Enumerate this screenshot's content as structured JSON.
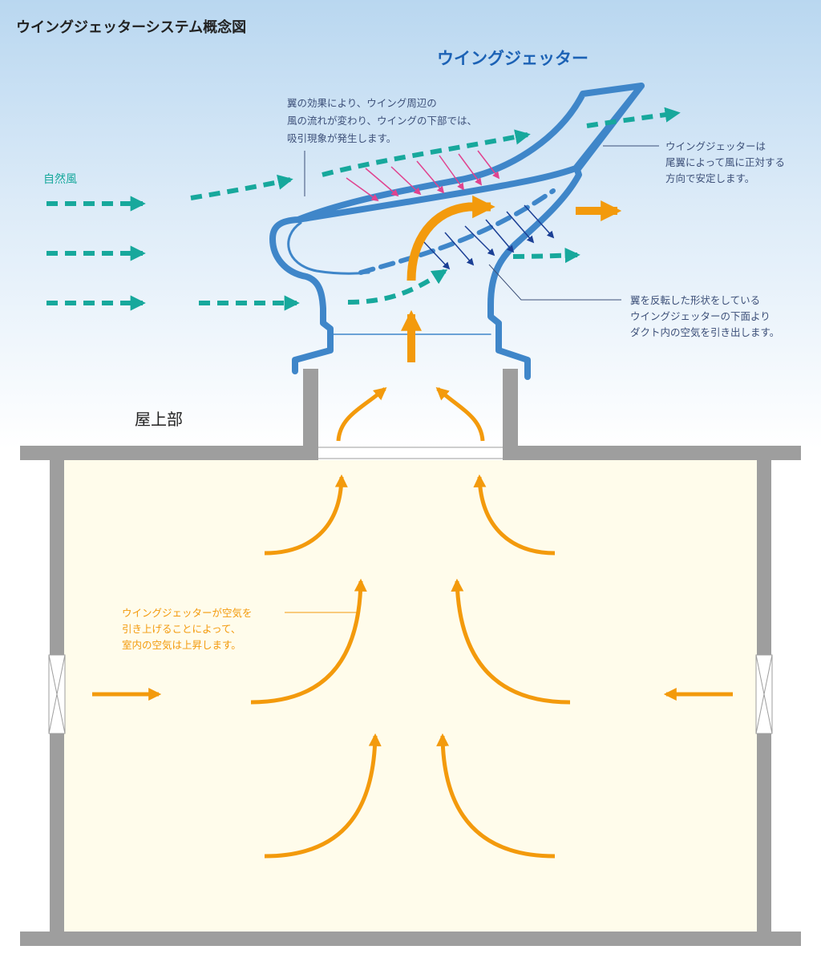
{
  "title": "ウイングジェッターシステム概念図",
  "product_label": "ウイングジェッター",
  "natural_wind_label": "自然風",
  "rooftop_label": "屋上部",
  "wing_effect_note": [
    "翼の効果により、ウイング周辺の",
    "風の流れが変わり、ウイングの下部では、",
    "吸引現象が発生します。"
  ],
  "tail_note": [
    "ウイングジェッターは",
    "尾翼によって風に正対する",
    "方向で安定します。"
  ],
  "underside_note": [
    "翼を反転した形状をしている",
    "ウイングジェッターの下面より",
    "ダクト内の空気を引き出します。"
  ],
  "room_note": [
    "ウイングジェッターが空気を",
    "引き上げることによって、",
    "室内の空気は上昇します。"
  ],
  "colors": {
    "sky_top": "#b9d7f0",
    "wind_teal": "#17a89c",
    "air_orange": "#f39a0c",
    "device_blue": "#3f86c9",
    "title_blue": "#1c62b5",
    "suction_pink": "#e0438f",
    "pull_navy": "#1b3f95",
    "wall_gray": "#9e9e9e",
    "room_fill": "#fffceb",
    "note_text": "#3c4f78"
  }
}
